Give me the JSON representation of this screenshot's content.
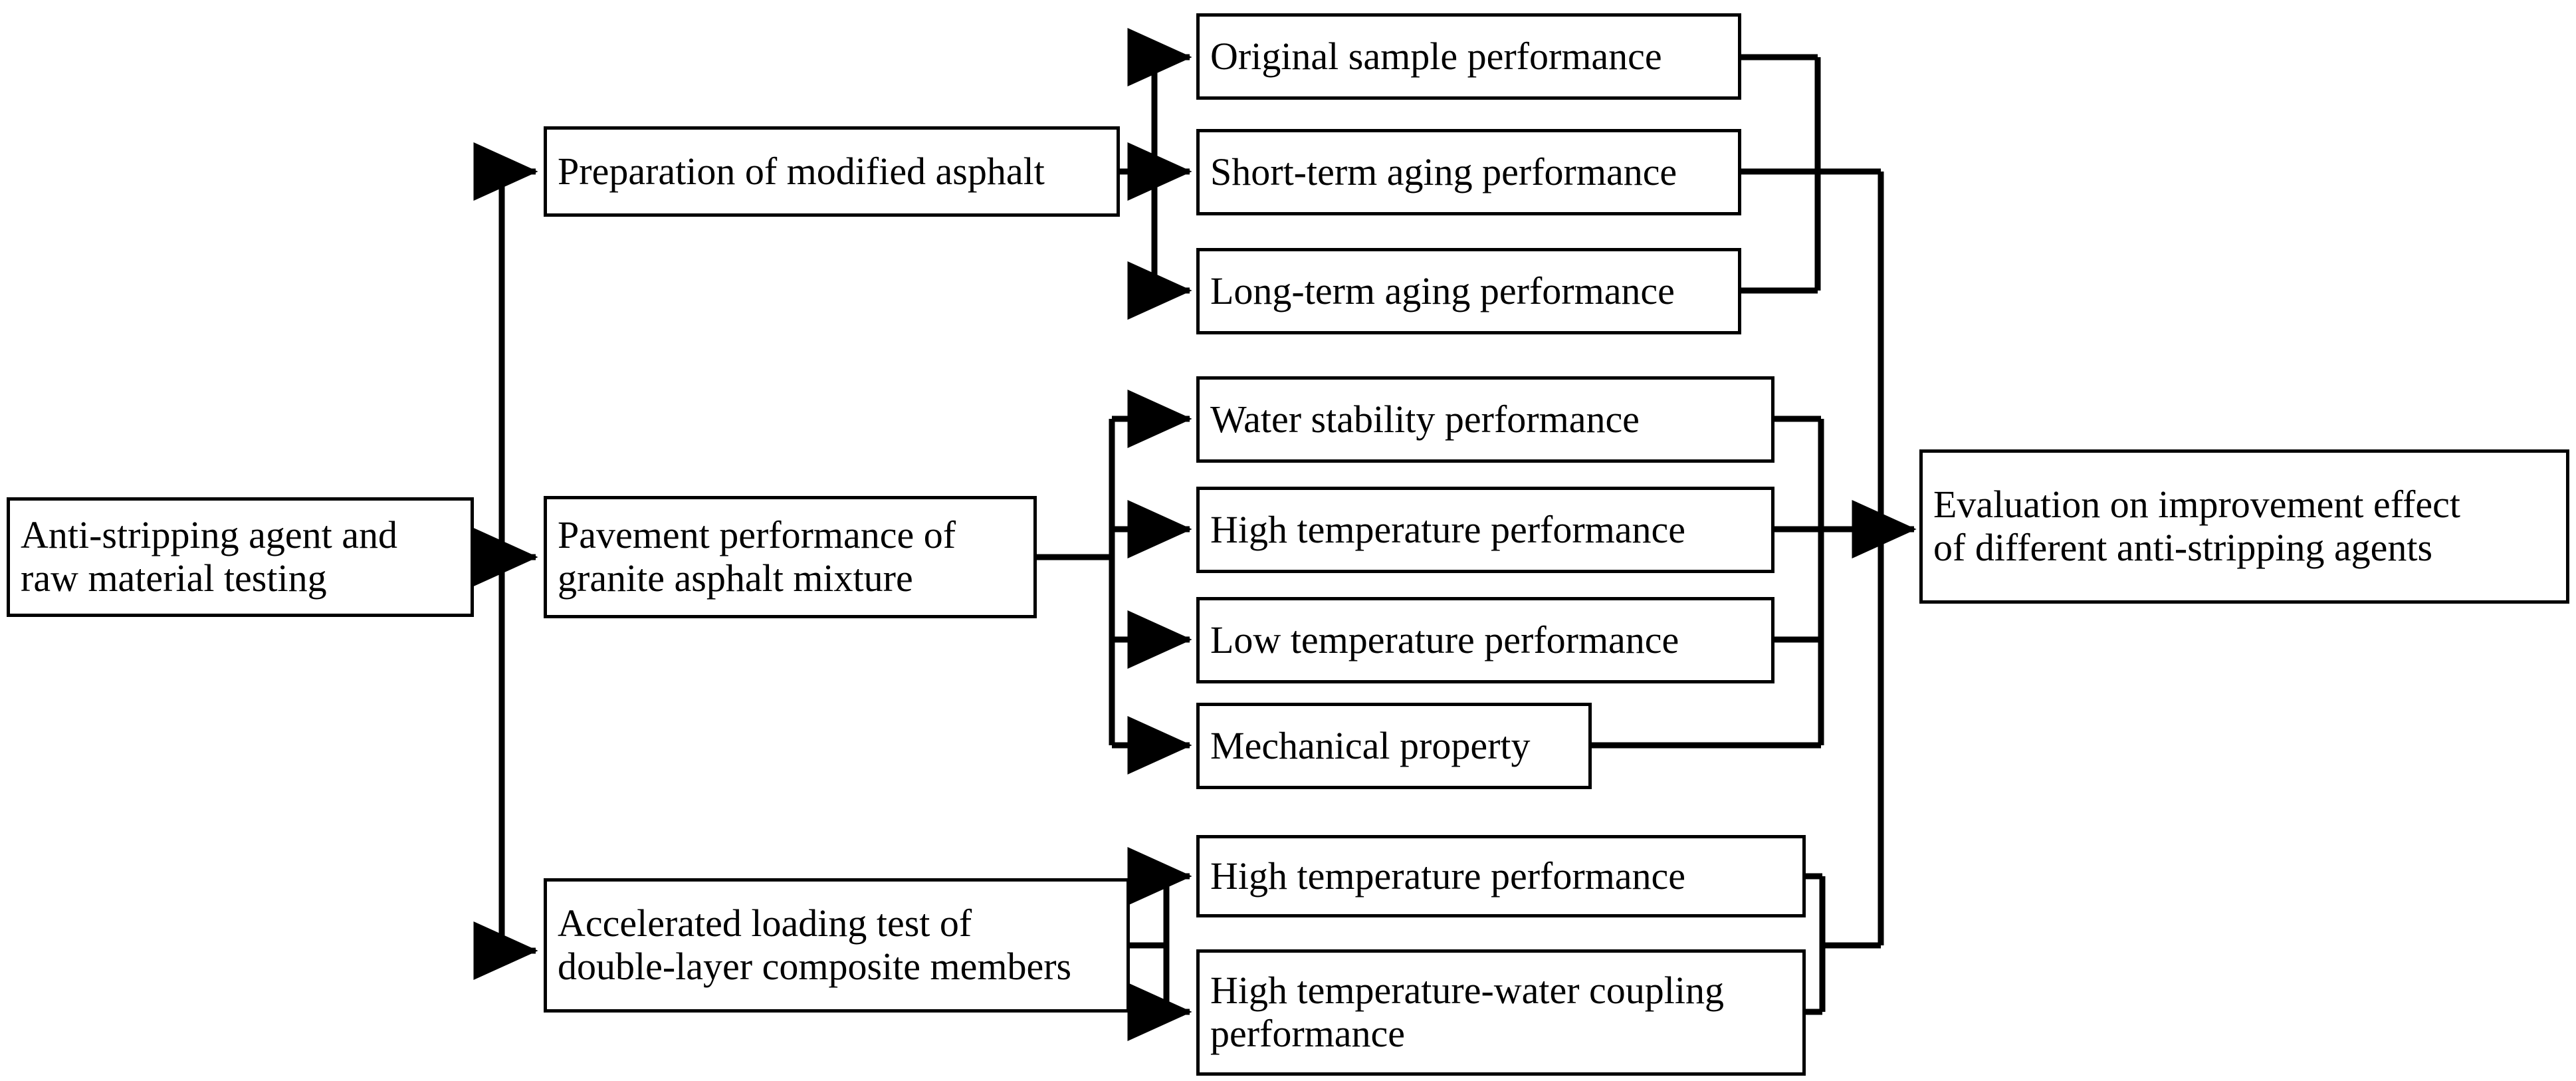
{
  "diagram": {
    "title": "Research framework for evaluating anti-stripping agents",
    "type": "flowchart",
    "orientation": "left-to-right",
    "colors": {
      "stroke": "#000000",
      "fill": "#ffffff",
      "text": "#000000"
    },
    "nodes": {
      "start": {
        "label": "Anti-stripping agent and\nraw material testing"
      },
      "stage_modified_asphalt": {
        "label": "Preparation of modified asphalt"
      },
      "stage_pavement_performance": {
        "label": "Pavement performance of\ngranite asphalt mixture"
      },
      "stage_accelerated_loading": {
        "label": "Accelerated loading test of\ndouble-layer composite members"
      },
      "t1_original": {
        "label": "Original sample performance"
      },
      "t2_short_term": {
        "label": "Short-term aging performance"
      },
      "t3_long_term": {
        "label": "Long-term aging performance"
      },
      "t4_water_stability": {
        "label": "Water stability performance"
      },
      "t5_high_temp": {
        "label": "High temperature performance"
      },
      "t6_low_temp": {
        "label": "Low temperature performance"
      },
      "t7_mechanical": {
        "label": "Mechanical property"
      },
      "t8_high_temp_alt": {
        "label": "High temperature performance"
      },
      "t9_high_temp_water": {
        "label": "High temperature-water coupling\nperformance"
      },
      "result_evaluation": {
        "label": "Evaluation on improvement effect\nof different anti-stripping agents"
      }
    },
    "groups": [
      {
        "name": "modified-asphalt-tests",
        "parent": "stage_modified_asphalt",
        "children": [
          "t1_original",
          "t2_short_term",
          "t3_long_term"
        ]
      },
      {
        "name": "pavement-performance-tests",
        "parent": "stage_pavement_performance",
        "children": [
          "t4_water_stability",
          "t5_high_temp",
          "t6_low_temp",
          "t7_mechanical"
        ]
      },
      {
        "name": "accelerated-loading-tests",
        "parent": "stage_accelerated_loading",
        "children": [
          "t8_high_temp_alt",
          "t9_high_temp_water"
        ]
      }
    ],
    "edges": [
      {
        "from": "start",
        "to": "stage_modified_asphalt"
      },
      {
        "from": "start",
        "to": "stage_pavement_performance"
      },
      {
        "from": "start",
        "to": "stage_accelerated_loading"
      },
      {
        "from": "stage_modified_asphalt",
        "to": "t1_original"
      },
      {
        "from": "stage_modified_asphalt",
        "to": "t2_short_term"
      },
      {
        "from": "stage_modified_asphalt",
        "to": "t3_long_term"
      },
      {
        "from": "stage_pavement_performance",
        "to": "t4_water_stability"
      },
      {
        "from": "stage_pavement_performance",
        "to": "t5_high_temp"
      },
      {
        "from": "stage_pavement_performance",
        "to": "t6_low_temp"
      },
      {
        "from": "stage_pavement_performance",
        "to": "t7_mechanical"
      },
      {
        "from": "stage_accelerated_loading",
        "to": "t8_high_temp_alt"
      },
      {
        "from": "stage_accelerated_loading",
        "to": "t9_high_temp_water"
      },
      {
        "from": "modified-asphalt-tests",
        "to": "result_evaluation"
      },
      {
        "from": "pavement-performance-tests",
        "to": "result_evaluation"
      },
      {
        "from": "accelerated-loading-tests",
        "to": "result_evaluation"
      }
    ]
  }
}
